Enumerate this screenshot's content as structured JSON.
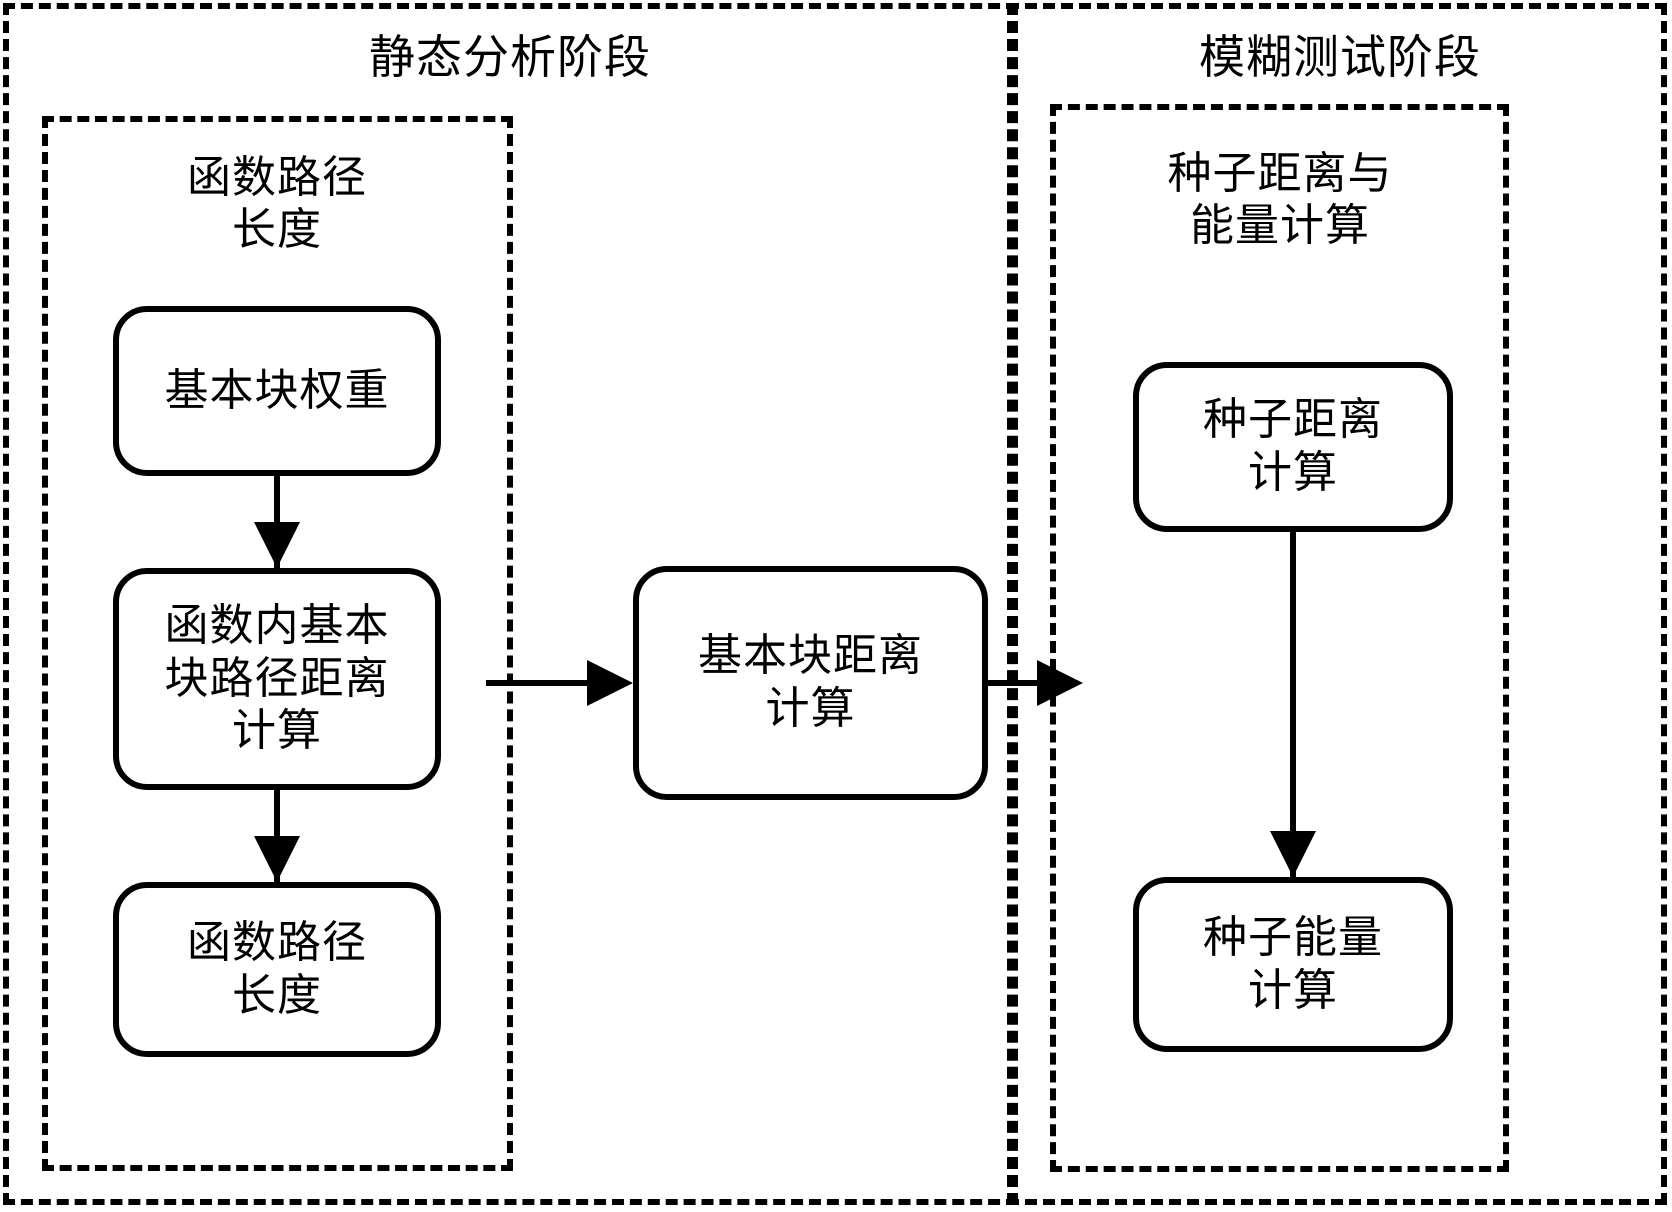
{
  "diagram": {
    "type": "flowchart",
    "background_color": "#ffffff",
    "line_color": "#000000",
    "panels": [
      {
        "id": "static-analysis-phase",
        "title": "静态分析阶段",
        "subgroup": {
          "id": "function-path-length-group",
          "title": "函数路径\n长度"
        },
        "nodes": [
          {
            "id": "basic-block-weight",
            "label": "基本块权重"
          },
          {
            "id": "intra-function-basic-block-path-distance",
            "label": "函数内基本\n块路径距离\n计算"
          },
          {
            "id": "function-path-length",
            "label": "函数路径\n长度"
          }
        ]
      },
      {
        "id": "fuzzing-phase",
        "title": "模糊测试阶段",
        "subgroup": {
          "id": "seed-distance-energy-group",
          "title": "种子距离与\n能量计算"
        },
        "nodes": [
          {
            "id": "seed-distance-calculation",
            "label": "种子距离\n计算"
          },
          {
            "id": "seed-energy-calculation",
            "label": "种子能量\n计算"
          }
        ]
      }
    ],
    "standalone_nodes": [
      {
        "id": "basic-block-distance-calculation",
        "label": "基本块距离\n计算"
      }
    ],
    "edges": [
      {
        "from": "basic-block-weight",
        "to": "intra-function-basic-block-path-distance",
        "direction": "down"
      },
      {
        "from": "intra-function-basic-block-path-distance",
        "to": "function-path-length",
        "direction": "down"
      },
      {
        "from": "function-path-length-group",
        "to": "basic-block-distance-calculation",
        "direction": "right"
      },
      {
        "from": "basic-block-distance-calculation",
        "to": "fuzzing-phase",
        "direction": "right"
      },
      {
        "from": "seed-distance-calculation",
        "to": "seed-energy-calculation",
        "direction": "down"
      }
    ]
  }
}
